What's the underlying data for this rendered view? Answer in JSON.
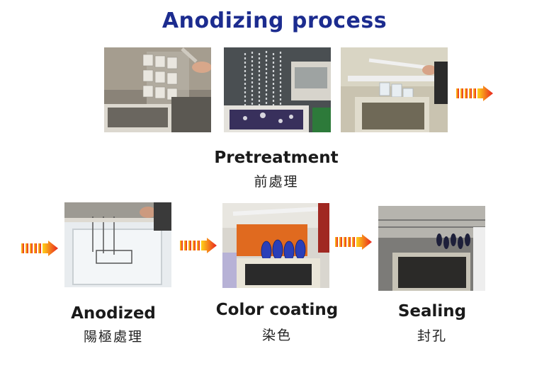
{
  "title": "Anodizing process",
  "stages": [
    {
      "label": "Pretreatment",
      "sublabel": "前處理"
    },
    {
      "label": "Anodized",
      "sublabel": "陽極處理"
    },
    {
      "label": "Color coating",
      "sublabel": "染色"
    },
    {
      "label": "Sealing",
      "sublabel": "封孔"
    }
  ],
  "photos": [
    {
      "name": "pretreatment-photo-1",
      "subject": "parts on racks lifted from tank"
    },
    {
      "name": "pretreatment-photo-2",
      "subject": "racked parts in bubbling tank"
    },
    {
      "name": "pretreatment-photo-3",
      "subject": "parts lowered into tank"
    },
    {
      "name": "anodized-photo",
      "subject": "racks in white anodizing tank"
    },
    {
      "name": "color-coating-photo",
      "subject": "blue dyed parts over dye tank"
    },
    {
      "name": "sealing-photo",
      "subject": "dark parts in sealing tank"
    }
  ],
  "colors": {
    "title": "#1c2c8f",
    "arrow_start": "#ffd21a",
    "arrow_end": "#e8231f"
  }
}
